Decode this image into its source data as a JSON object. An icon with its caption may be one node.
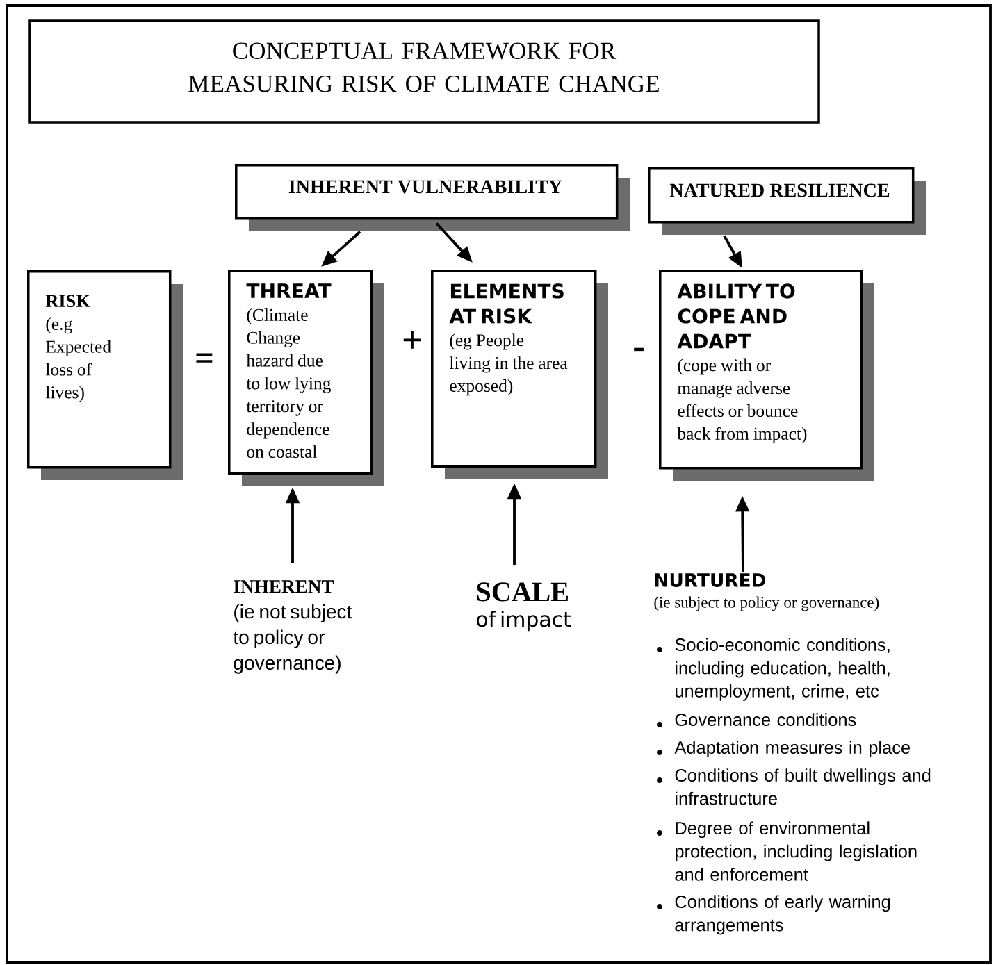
{
  "diagram": {
    "title": "CONCEPTUAL FRAMEWORK FOR MEASURING RISK OF CLIMATE CHANGE",
    "nodes": [
      {
        "text": [
          "INHERENT VULNERABILITY"
        ]
      },
      {
        "text": [
          "NATURED RESILIENCE"
        ]
      },
      {
        "text": [
          "RISK",
          "(e.g Expected loss of lives)"
        ]
      },
      {
        "text": [
          "THREAT",
          "(Climate Change hazard due to low lying territory or dependence on coastal"
        ]
      },
      {
        "text": [
          "ELEMENTS AT RISK",
          "(eg People living in the area exposed)"
        ]
      },
      {
        "text": [
          "ABILITY TO COPE AND ADAPT",
          "(cope with or manage adverse effects  or bounce back from impact)"
        ]
      },
      {
        "text": [
          "INHERENT",
          "(ie not subject to policy or governance)"
        ]
      },
      {
        "text": [
          "SCALE",
          "of impact"
        ]
      },
      {
        "text": [
          "NURTURED",
          "(ie subject to policy or governance)"
        ]
      }
    ],
    "edges": [
      {
        "from": 0,
        "to": 3,
        "arrow": "to"
      },
      {
        "from": 0,
        "to": 4,
        "arrow": "to"
      },
      {
        "from": 1,
        "to": 5,
        "arrow": "to"
      },
      {
        "from": 6,
        "to": 3,
        "arrow": "to"
      },
      {
        "from": 7,
        "to": 4,
        "arrow": "to"
      },
      {
        "from": 8,
        "to": 5,
        "arrow": "to"
      }
    ],
    "labels": [
      "=",
      "+",
      "-",
      "Socio-economic conditions, including education, health, unemployment, crime, etc",
      "Governance conditions",
      "Adaptation measures in place",
      "Conditions of built dwellings and infrastructure",
      "Degree of environmental protection, including legislation and enforcement",
      "Conditions of early warning arrangements"
    ]
  }
}
